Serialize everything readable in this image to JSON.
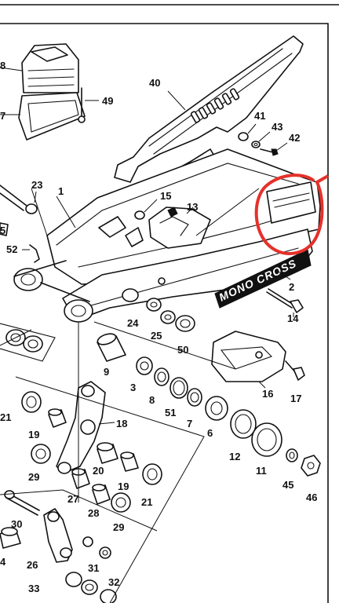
{
  "diagram": {
    "brand_label": "MONO CROSS",
    "highlight_color": "#e5312b",
    "ink_color": "#111111",
    "callouts": [
      {
        "id": "c40",
        "text": "40"
      },
      {
        "id": "c41",
        "text": "41"
      },
      {
        "id": "c43",
        "text": "43"
      },
      {
        "id": "c42",
        "text": "42"
      },
      {
        "id": "c49",
        "text": "49"
      },
      {
        "id": "c8",
        "text": "8"
      },
      {
        "id": "c7a",
        "text": "7"
      },
      {
        "id": "c23",
        "text": "23"
      },
      {
        "id": "c1",
        "text": "1"
      },
      {
        "id": "c15",
        "text": "15"
      },
      {
        "id": "c13",
        "text": "13"
      },
      {
        "id": "c5",
        "text": "5"
      },
      {
        "id": "c52",
        "text": "52"
      },
      {
        "id": "c2",
        "text": "2"
      },
      {
        "id": "c14",
        "text": "14"
      },
      {
        "id": "c24",
        "text": "24"
      },
      {
        "id": "c25",
        "text": "25"
      },
      {
        "id": "c50",
        "text": "50"
      },
      {
        "id": "c9",
        "text": "9"
      },
      {
        "id": "c3",
        "text": "3"
      },
      {
        "id": "c8b",
        "text": "8"
      },
      {
        "id": "c51",
        "text": "51"
      },
      {
        "id": "c7b",
        "text": "7"
      },
      {
        "id": "c6",
        "text": "6"
      },
      {
        "id": "c16",
        "text": "16"
      },
      {
        "id": "c17",
        "text": "17"
      },
      {
        "id": "c18",
        "text": "18"
      },
      {
        "id": "c21a",
        "text": "21"
      },
      {
        "id": "c19a",
        "text": "19"
      },
      {
        "id": "c20",
        "text": "20"
      },
      {
        "id": "c19b",
        "text": "19"
      },
      {
        "id": "c29a",
        "text": "29"
      },
      {
        "id": "c27",
        "text": "27"
      },
      {
        "id": "c28",
        "text": "28"
      },
      {
        "id": "c21b",
        "text": "21"
      },
      {
        "id": "c29b",
        "text": "29"
      },
      {
        "id": "c12",
        "text": "12"
      },
      {
        "id": "c11",
        "text": "11"
      },
      {
        "id": "c45",
        "text": "45"
      },
      {
        "id": "c46",
        "text": "46"
      },
      {
        "id": "c30",
        "text": "30"
      },
      {
        "id": "c26",
        "text": "26"
      },
      {
        "id": "c31",
        "text": "31"
      },
      {
        "id": "c32",
        "text": "32"
      },
      {
        "id": "c33",
        "text": "33"
      },
      {
        "id": "c4",
        "text": "4"
      }
    ]
  }
}
